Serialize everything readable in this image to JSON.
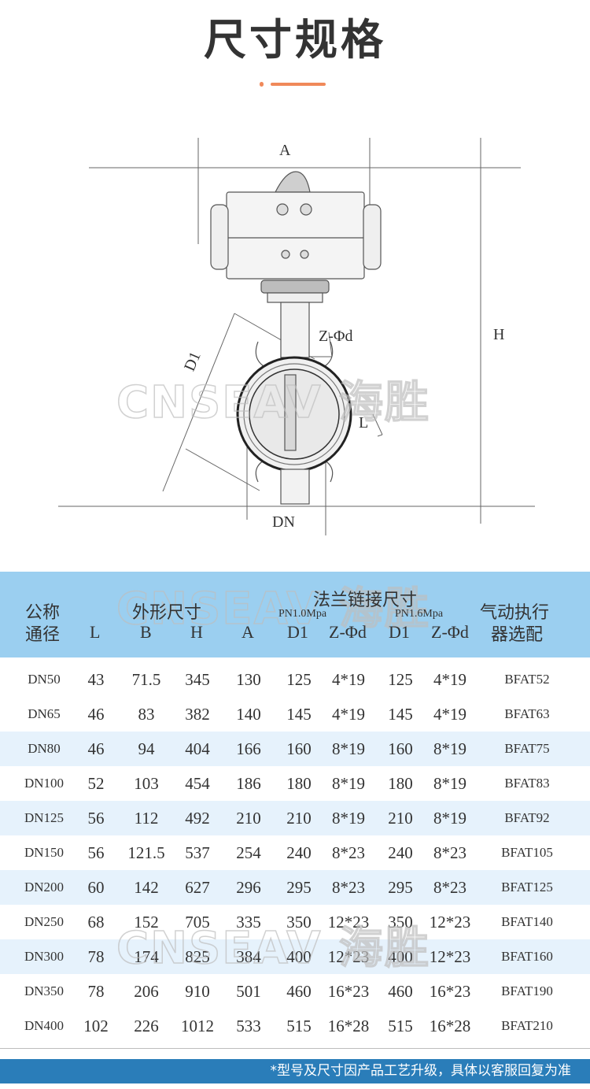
{
  "header": {
    "title": "尺寸规格",
    "accent_color": "#f0895a"
  },
  "diagram": {
    "labels": {
      "A": "A",
      "H": "H",
      "D1": "D1",
      "Z_phi_d": "Z-Φd",
      "L": "L",
      "DN": "DN"
    },
    "watermark": "CNSEAV 海胜",
    "icon": "butterfly-valve-with-pneumatic-actuator"
  },
  "table": {
    "header_bg": "#9bcff0",
    "band_bg": "#e6f2fc",
    "watermark": "CNSEAV 海胜",
    "headers": {
      "nominal_line1": "公称",
      "nominal_line2": "通径",
      "L": "L",
      "outline_group": "外形尺寸",
      "B": "B",
      "H": "H",
      "A": "A",
      "flange_group": "法兰链接尺寸",
      "pn10": "PN1.0Mpa",
      "pn16": "PN1.6Mpa",
      "D1_a": "D1",
      "Zd_a": "Z-Φd",
      "D1_b": "D1",
      "Zd_b": "Z-Φd",
      "actuator_line1": "气动执行",
      "actuator_line2": "器选配"
    },
    "columns": [
      "DN",
      "L",
      "B",
      "H",
      "A",
      "D1 (PN1.0)",
      "Z-Φd (PN1.0)",
      "D1 (PN1.6)",
      "Z-Φd (PN1.6)",
      "Actuator"
    ],
    "rows": [
      {
        "dn": "DN50",
        "L": "43",
        "B": "71.5",
        "H": "345",
        "A": "130",
        "D1a": "125",
        "Zda": "4*19",
        "D1b": "125",
        "Zdb": "4*19",
        "model": "BFAT52",
        "band": false
      },
      {
        "dn": "DN65",
        "L": "46",
        "B": "83",
        "H": "382",
        "A": "140",
        "D1a": "145",
        "Zda": "4*19",
        "D1b": "145",
        "Zdb": "4*19",
        "model": "BFAT63",
        "band": false
      },
      {
        "dn": "DN80",
        "L": "46",
        "B": "94",
        "H": "404",
        "A": "166",
        "D1a": "160",
        "Zda": "8*19",
        "D1b": "160",
        "Zdb": "8*19",
        "model": "BFAT75",
        "band": true
      },
      {
        "dn": "DN100",
        "L": "52",
        "B": "103",
        "H": "454",
        "A": "186",
        "D1a": "180",
        "Zda": "8*19",
        "D1b": "180",
        "Zdb": "8*19",
        "model": "BFAT83",
        "band": false
      },
      {
        "dn": "DN125",
        "L": "56",
        "B": "112",
        "H": "492",
        "A": "210",
        "D1a": "210",
        "Zda": "8*19",
        "D1b": "210",
        "Zdb": "8*19",
        "model": "BFAT92",
        "band": true
      },
      {
        "dn": "DN150",
        "L": "56",
        "B": "121.5",
        "H": "537",
        "A": "254",
        "D1a": "240",
        "Zda": "8*23",
        "D1b": "240",
        "Zdb": "8*23",
        "model": "BFAT105",
        "band": false
      },
      {
        "dn": "DN200",
        "L": "60",
        "B": "142",
        "H": "627",
        "A": "296",
        "D1a": "295",
        "Zda": "8*23",
        "D1b": "295",
        "Zdb": "8*23",
        "model": "BFAT125",
        "band": true
      },
      {
        "dn": "DN250",
        "L": "68",
        "B": "152",
        "H": "705",
        "A": "335",
        "D1a": "350",
        "Zda": "12*23",
        "D1b": "350",
        "Zdb": "12*23",
        "model": "BFAT140",
        "band": false
      },
      {
        "dn": "DN300",
        "L": "78",
        "B": "174",
        "H": "825",
        "A": "384",
        "D1a": "400",
        "Zda": "12*23",
        "D1b": "400",
        "Zdb": "12*23",
        "model": "BFAT160",
        "band": true
      },
      {
        "dn": "DN350",
        "L": "78",
        "B": "206",
        "H": "910",
        "A": "501",
        "D1a": "460",
        "Zda": "16*23",
        "D1b": "460",
        "Zdb": "16*23",
        "model": "BFAT190",
        "band": false
      },
      {
        "dn": "DN400",
        "L": "102",
        "B": "226",
        "H": "1012",
        "A": "533",
        "D1a": "515",
        "Zda": "16*28",
        "D1b": "515",
        "Zdb": "16*28",
        "model": "BFAT210",
        "band": false
      }
    ]
  },
  "footer": {
    "note": "*型号及尺寸因产品工艺升级，具体以客服回复为准",
    "bg": "#2a7db9"
  }
}
